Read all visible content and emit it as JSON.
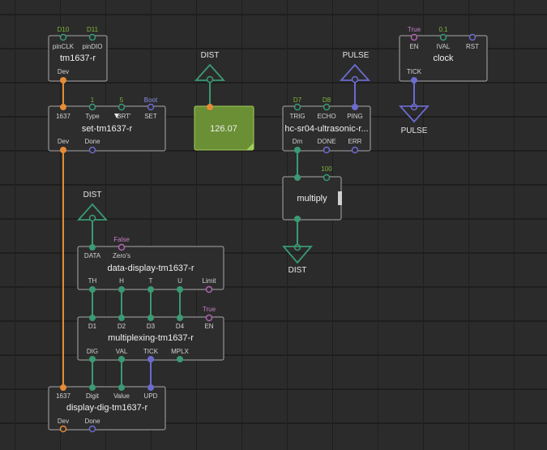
{
  "colors": {
    "number": "#3a9a74",
    "pulse": "#6b6bcf",
    "boolean": "#b065b0",
    "port_orange": "#e58a37",
    "value_green": "#7fb83a",
    "value_purple": "#c57fc5",
    "value_blue": "#8f8fe6",
    "node_border": "#a9a9a9"
  },
  "nodes": {
    "tm1637": {
      "title": "tm1637-r",
      "in": [
        {
          "label": "pinCLK",
          "value": "D10"
        },
        {
          "label": "pinDIO",
          "value": "D11"
        }
      ],
      "out": [
        {
          "label": "Dev"
        }
      ]
    },
    "set": {
      "title": "set-tm1637-r",
      "in": [
        {
          "label": "1637",
          "value": ""
        },
        {
          "label": "Type",
          "value": "1"
        },
        {
          "label": "BRT'",
          "value": "5"
        },
        {
          "label": "SET",
          "value": "Boot"
        }
      ],
      "out": [
        {
          "label": "Dev"
        },
        {
          "label": "Done"
        }
      ]
    },
    "watch": {
      "value": "126.07",
      "label": "DIST"
    },
    "hcsr04": {
      "title": "hc-sr04-ultrasonic-r...",
      "in": [
        {
          "label": "TRIG",
          "value": "D7"
        },
        {
          "label": "ECHO",
          "value": "D8"
        },
        {
          "label": "PING",
          "value": ""
        }
      ],
      "out": [
        {
          "label": "Dm"
        },
        {
          "label": "DONE"
        },
        {
          "label": "ERR"
        }
      ]
    },
    "clock": {
      "title": "clock",
      "in": [
        {
          "label": "EN",
          "value": "True"
        },
        {
          "label": "IVAL",
          "value": "0.1"
        },
        {
          "label": "RST",
          "value": ""
        }
      ],
      "out": [
        {
          "label": "TICK"
        }
      ]
    },
    "multiply": {
      "title": "multiply",
      "in_value": "100"
    },
    "datadisp": {
      "title": "data-display-tm1637-r",
      "in": [
        {
          "label": "DATA",
          "value": ""
        },
        {
          "label": "Zero's",
          "value": "False"
        }
      ],
      "out": [
        {
          "label": "TH"
        },
        {
          "label": "H"
        },
        {
          "label": "T"
        },
        {
          "label": "U"
        },
        {
          "label": "Limit"
        }
      ]
    },
    "mplx": {
      "title": "multiplexing-tm1637-r",
      "in": [
        {
          "label": "D1"
        },
        {
          "label": "D2"
        },
        {
          "label": "D3"
        },
        {
          "label": "D4"
        },
        {
          "label": "EN",
          "value": "True"
        }
      ],
      "out": [
        {
          "label": "DIG"
        },
        {
          "label": "VAL"
        },
        {
          "label": "TICK"
        },
        {
          "label": "MPLX"
        }
      ]
    },
    "dispdig": {
      "title": "display-dig-tm1637-r",
      "in": [
        {
          "label": "1637"
        },
        {
          "label": "Digit"
        },
        {
          "label": "Value"
        },
        {
          "label": "UPD"
        }
      ],
      "out": [
        {
          "label": "Dev"
        },
        {
          "label": "Done"
        }
      ]
    }
  },
  "buses": {
    "dist_in_watch": "DIST",
    "pulse_in_hcsr": "PULSE",
    "pulse_out_clock": "PULSE",
    "dist_out_multiply": "DIST",
    "dist_in_datadisp": "DIST"
  }
}
